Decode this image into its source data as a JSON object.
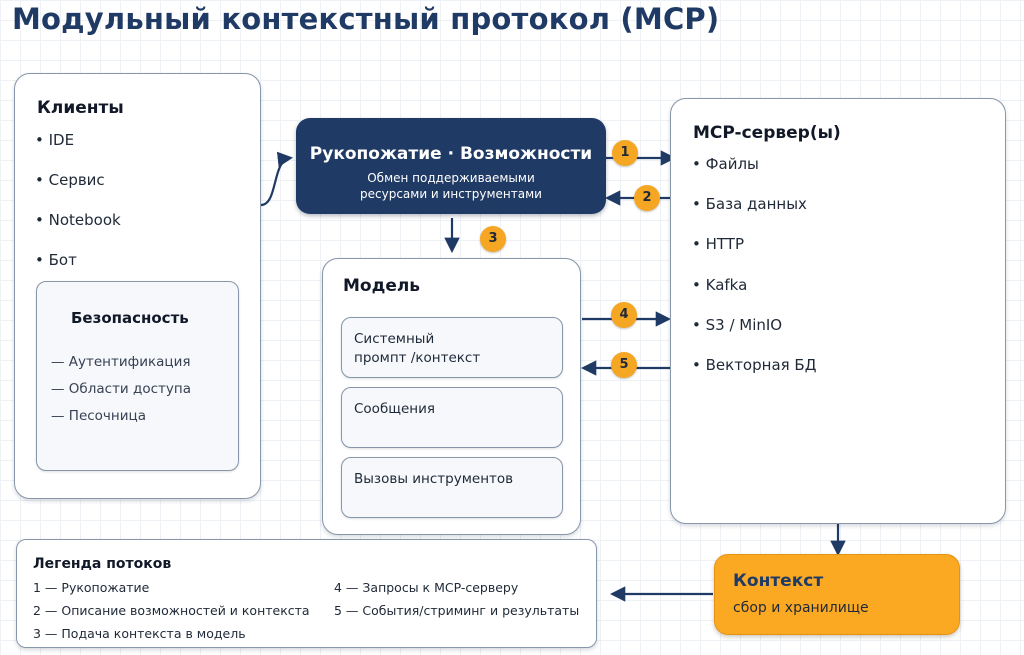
{
  "title": "Модульный контекстный протокол (MCP)",
  "clients": {
    "title": "Клиенты",
    "items": [
      "• IDE",
      "• Сервис",
      "• Notebook",
      "• Бот"
    ],
    "security": {
      "title": "Безопасность",
      "items": [
        "— Аутентификация",
        "— Области доступа",
        "— Песочница"
      ]
    }
  },
  "handshake": {
    "title": "Рукопожатие · Возможности",
    "subtitle": "Обмен поддерживаемыми ресурсами и инструментами"
  },
  "model": {
    "title": "Модель",
    "boxes": [
      "Системный\nпромпт /контекст",
      "Сообщения",
      "Вызовы инструментов"
    ]
  },
  "server": {
    "title": "MCP-сервер(ы)",
    "items": [
      "• Файлы",
      "• База данных",
      "• HTTP",
      "• Kafka",
      "• S3 / MinIO",
      "• Векторная БД"
    ]
  },
  "badges": [
    "1",
    "2",
    "3",
    "4",
    "5"
  ],
  "context": {
    "title": "Контекст",
    "subtitle": "сбор и хранилище"
  },
  "legend": {
    "title": "Легенда потоков",
    "items": [
      "1 — Рукопожатие",
      "2 — Описание возможностей и контекста",
      "3 — Подача контекста в модель",
      "4 — Запросы к MCP-серверу",
      "5 — События/стриминг и результаты"
    ]
  },
  "colors": {
    "navy": "#1f3a64",
    "badge": "#f5a623",
    "context": "#fba923",
    "border": "#8896aa"
  }
}
